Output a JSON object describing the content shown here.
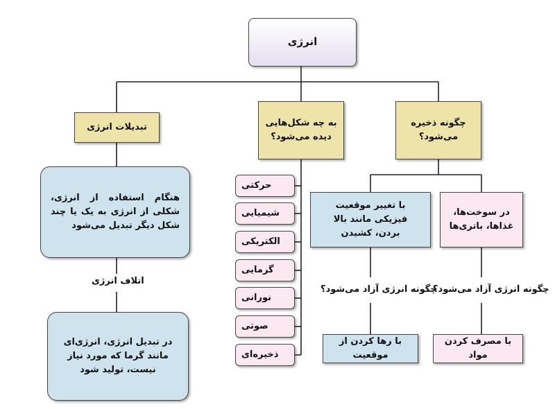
{
  "root": "انرژی",
  "branches": {
    "transformations": "تبدیلات انرژی",
    "forms": "به چه شکل‌هایی دیده می‌شود؟",
    "storage": "چگونه ذخیره می‌شود؟"
  },
  "transformations": {
    "description": "هنگام استفاده از انرژی، شکلی از انرژی به یک یا چند شکل دیگر تبدیل می‌شود",
    "loss_label": "اتلاف انرژی",
    "loss_description": "در تبدیل انرژی، انرژی‌ای مانند گرما که مورد نیاز نیست، تولید شود"
  },
  "forms": [
    "حرکتی",
    "شیمیایی",
    "الکتریکی",
    "گرمایی",
    "نورانی",
    "صوتی",
    "ذخیره‌ای"
  ],
  "storage": {
    "position": "با تغییر موقعیت فیزیکی مانند بالا بردن، کشیدن",
    "fuels": "در سوخت‌ها، غذاها، باتری‌ها",
    "release_question": "چگونه انرژی آزاد می‌شود؟",
    "release_position": "با رها کردن از موقعیت",
    "release_fuels": "با مصرف کردن مواد"
  },
  "colors": {
    "tan": "#eee3a9",
    "blue": "#cfe3ef",
    "pink": "#fbe8f0",
    "line": "#222222"
  }
}
